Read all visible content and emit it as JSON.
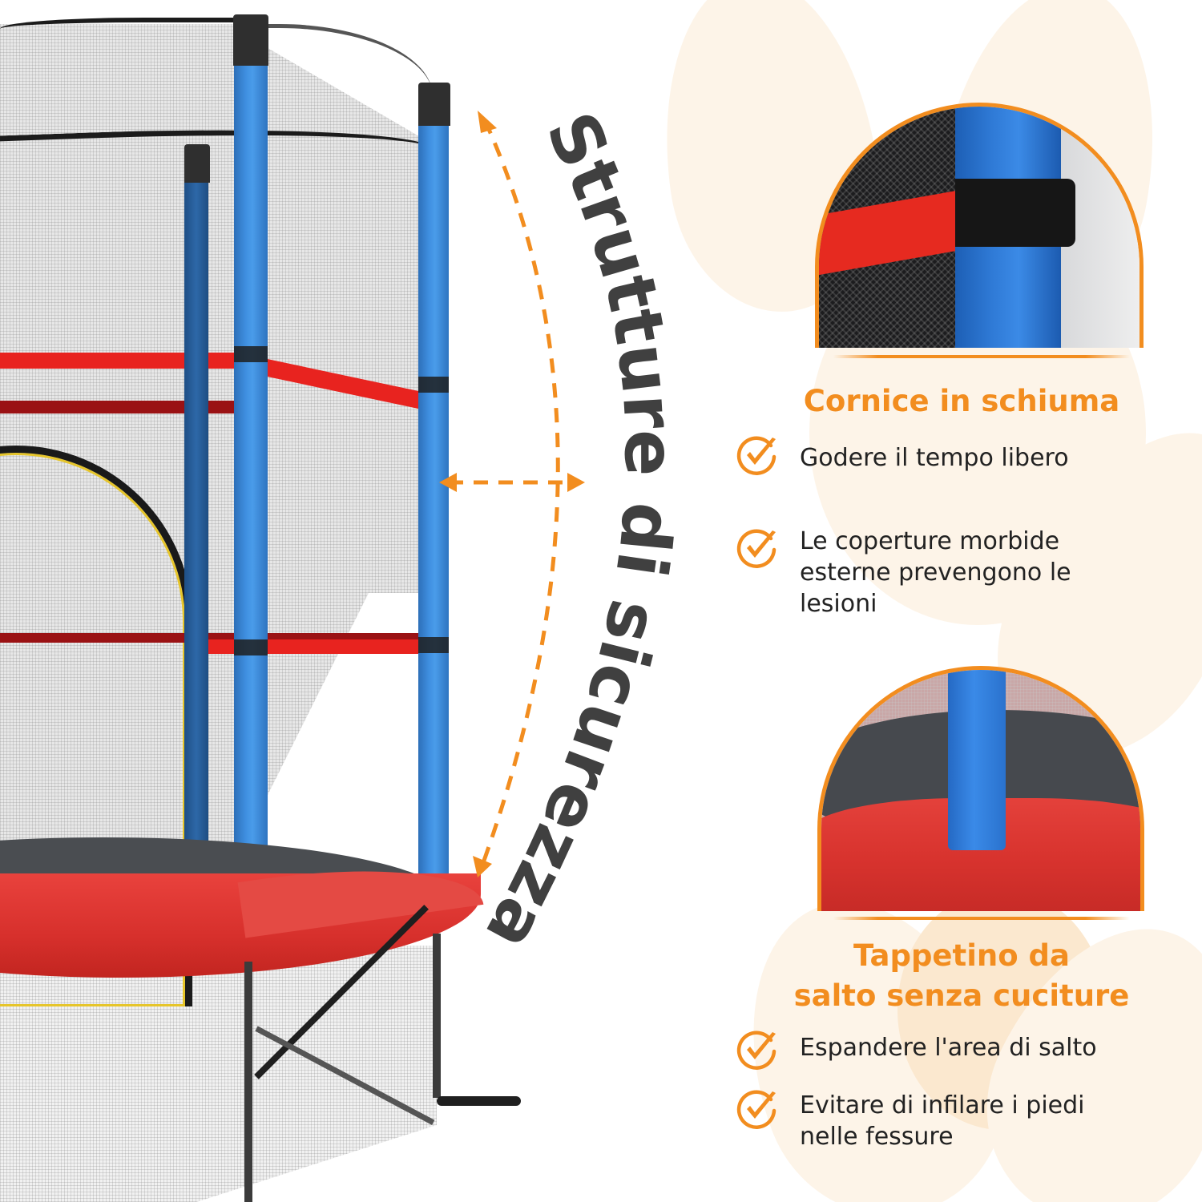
{
  "colors": {
    "accent_orange": "#f28d1f",
    "title_gray": "#404040",
    "body_text": "#222222",
    "petal_bg": "#fdf4e8",
    "pole_blue": "#3f8fe0",
    "pad_red": "#d7302c"
  },
  "main_title": {
    "text": "Strutture di sicurezza",
    "style": "curved-along-arc"
  },
  "illustration": {
    "subject": "kids-trampoline-with-safety-net",
    "arrows": [
      "curved-double-arrow",
      "horizontal-double-arrow"
    ]
  },
  "features": [
    {
      "photo": "foam-padded-pole-closeup",
      "heading": "Cornice in schiuma",
      "bullets": [
        {
          "icon": "check-circle-icon",
          "text": "Godere il tempo libero"
        },
        {
          "icon": "check-circle-icon",
          "text": "Le coperture morbide esterne prevengono le lesioni"
        }
      ]
    },
    {
      "photo": "seamless-mat-closeup",
      "heading_line1": "Tappetino da",
      "heading_line2": "salto senza cuciture",
      "bullets": [
        {
          "icon": "check-circle-icon",
          "text": "Espandere l'area di salto"
        },
        {
          "icon": "check-circle-icon",
          "text": "Evitare di infilare i piedi nelle fessure"
        }
      ]
    }
  ]
}
